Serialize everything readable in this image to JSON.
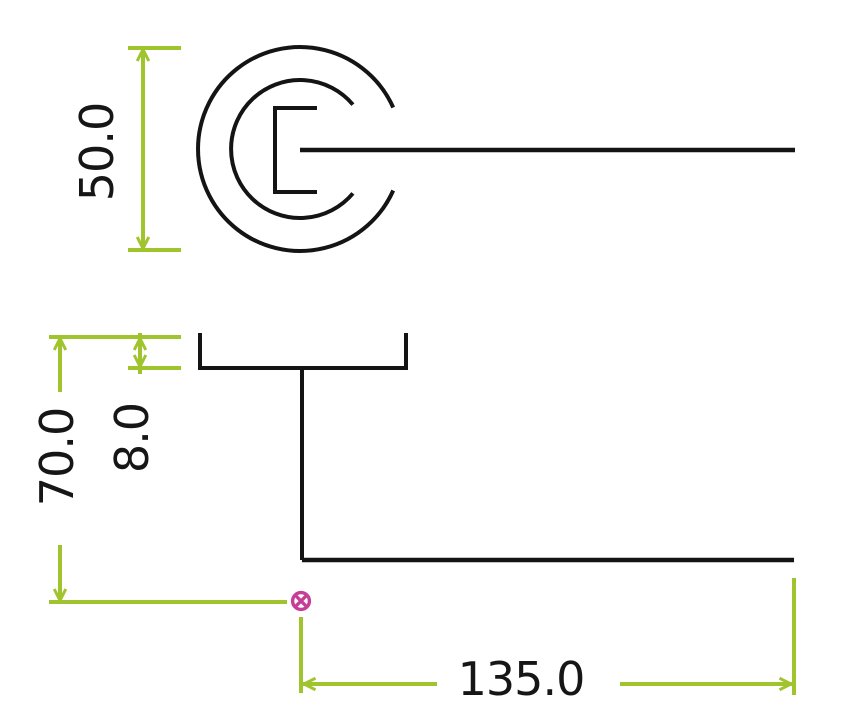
{
  "colors": {
    "line": "#141414",
    "dimension": "#9fc42d",
    "spindle_mark": "#c63e97"
  },
  "icons": {
    "spindle_center": "circle-x-mark",
    "dimension_arrows": [
      "arrow-up",
      "arrow-down",
      "arrow-left",
      "arrow-right"
    ]
  },
  "dimensions": {
    "rose_diameter": {
      "value": "50.0"
    },
    "rose_thickness": {
      "value": "8.0"
    },
    "handle_projection": {
      "value": "70.0"
    },
    "lever_length": {
      "value": "135.0"
    }
  }
}
